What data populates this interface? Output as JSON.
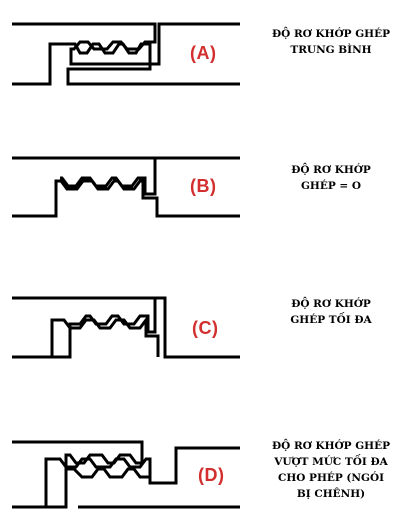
{
  "panels": [
    {
      "label": "(A)",
      "caption": [
        "ĐỘ RƠ KHỚP GHÉP",
        "TRUNG BÌNH"
      ]
    },
    {
      "label": "(B)",
      "caption": [
        "ĐỘ RƠ KHỚP",
        "GHÉP = O"
      ]
    },
    {
      "label": "(C)",
      "caption": [
        "ĐỘ RƠ KHỚP",
        "GHÉP TỐI ĐA"
      ]
    },
    {
      "label": "(D)",
      "caption": [
        "ĐỘ RƠ KHỚP GHÉP",
        "VƯỢT MỨC TỐI ĐA",
        "CHO PHÉP (NGÓI",
        "BỊ CHÊNH)"
      ]
    }
  ],
  "colors": {
    "label": "#d32f2f",
    "line": "#000000",
    "background": "#ffffff"
  }
}
